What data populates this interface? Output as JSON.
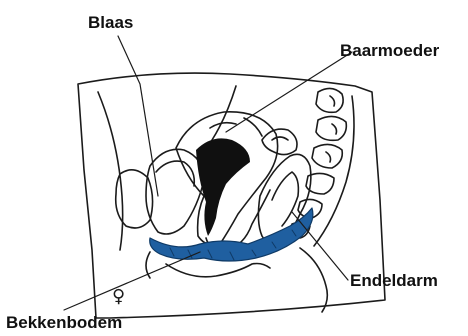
{
  "labels": {
    "bladder": "Blaas",
    "uterus": "Baarmoeder",
    "rectum": "Endeldarm",
    "pelvic_floor": "Bekkenbodem"
  },
  "symbol": "♀",
  "colors": {
    "ink": "#1b1b1b",
    "pelvic_floor": "#1f5fa0",
    "cavity": "#101010",
    "background": "#ffffff"
  }
}
